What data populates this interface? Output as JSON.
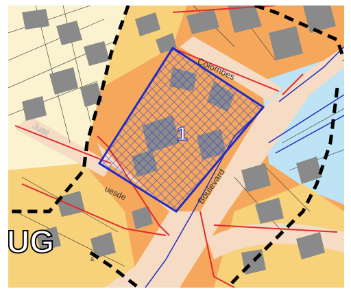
{
  "map": {
    "colors": {
      "zone_residential_light": "#fbf3cf",
      "zone_residential_yellow": "#f7d27a",
      "zone_orange": "#f5a85c",
      "zone_blue": "#bde3f5",
      "road": "#f6dcc4",
      "building": "#8a8a8a",
      "parcel_line": "#333333",
      "red_boundary": "#e5292b",
      "blue_boundary": "#1f2cc4",
      "hatch": "#2a3bd6",
      "dashed_boundary": "#000000"
    },
    "streets": [
      {
        "id": "colombes",
        "label": "Colombes"
      },
      {
        "id": "boulevard",
        "label": "Boulevard"
      },
      {
        "id": "jues",
        "label": "Jues"
      },
      {
        "id": "uesde",
        "label": "uesde"
      }
    ],
    "area_number": "1",
    "zone_code": "UG",
    "parcel_letter": "a"
  }
}
